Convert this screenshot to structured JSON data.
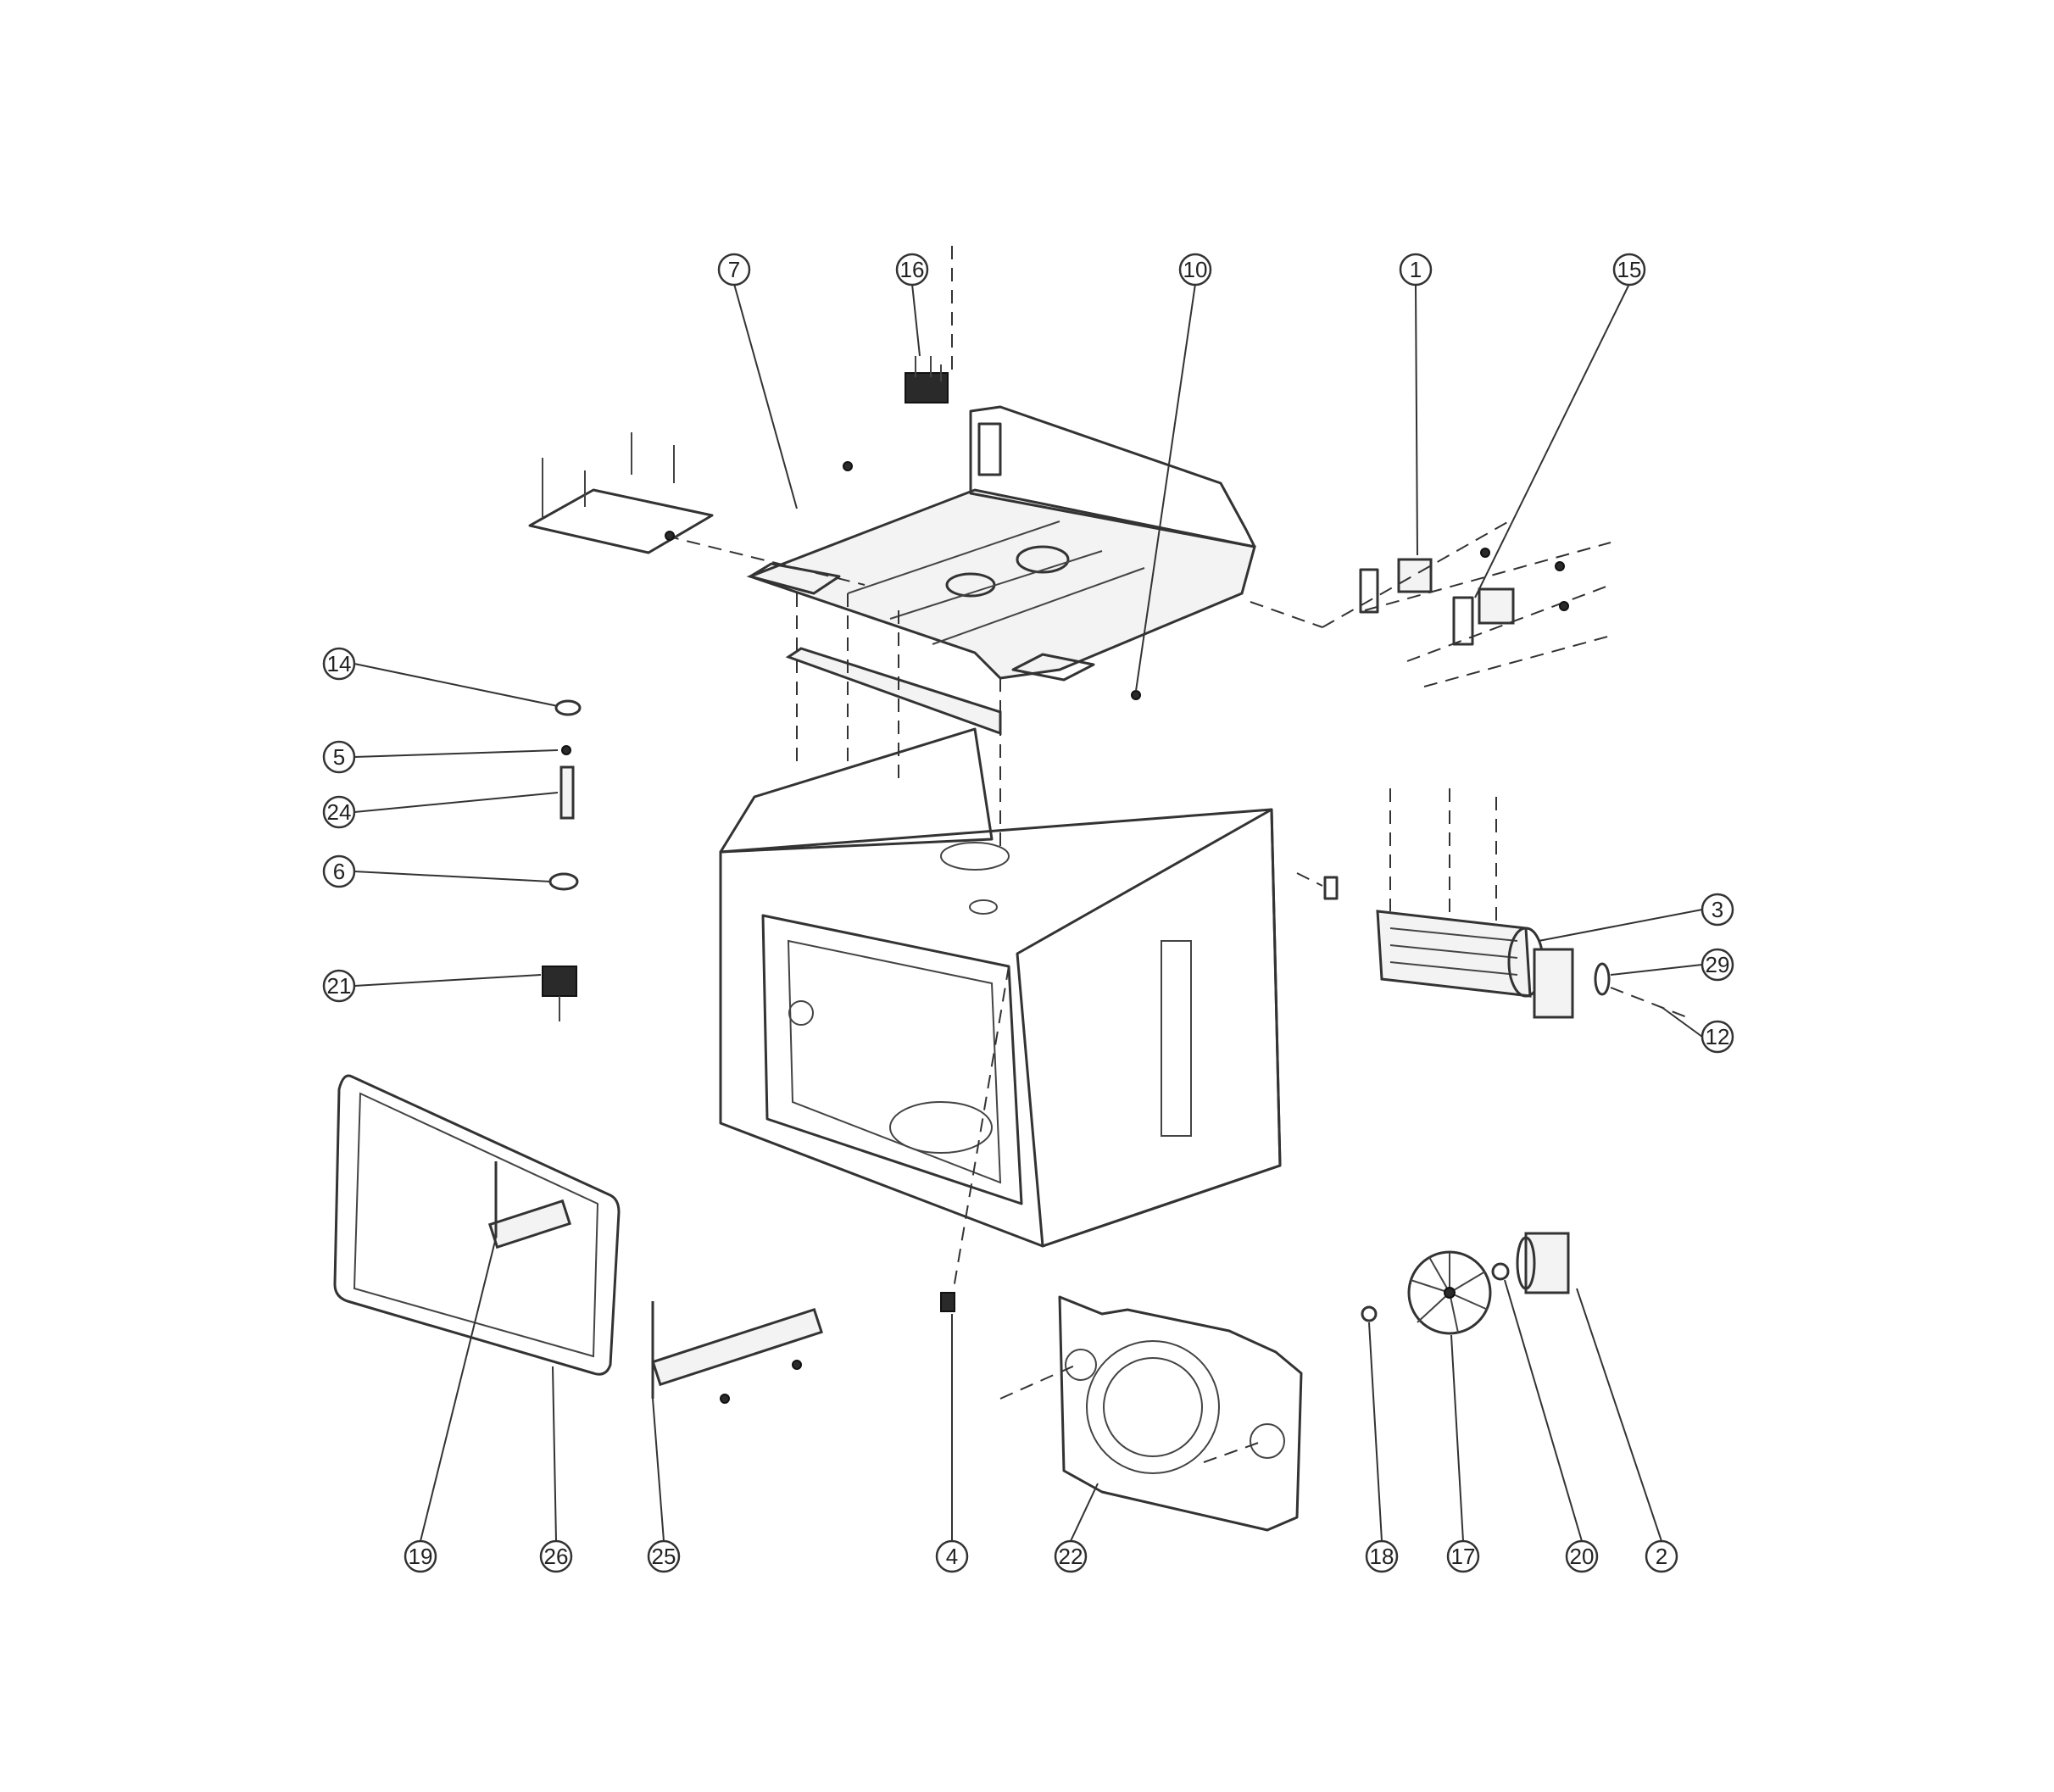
{
  "colors": {
    "line": "#333333",
    "background": "#ffffff"
  },
  "callouts": [
    {
      "id": "c1",
      "label": "1"
    },
    {
      "id": "c2",
      "label": "2"
    },
    {
      "id": "c3",
      "label": "3"
    },
    {
      "id": "c4",
      "label": "4"
    },
    {
      "id": "c5",
      "label": "5"
    },
    {
      "id": "c6",
      "label": "6"
    },
    {
      "id": "c7",
      "label": "7"
    },
    {
      "id": "c10",
      "label": "10"
    },
    {
      "id": "c12",
      "label": "12"
    },
    {
      "id": "c14",
      "label": "14"
    },
    {
      "id": "c15",
      "label": "15"
    },
    {
      "id": "c16",
      "label": "16"
    },
    {
      "id": "c17",
      "label": "17"
    },
    {
      "id": "c18",
      "label": "18"
    },
    {
      "id": "c19",
      "label": "19"
    },
    {
      "id": "c20",
      "label": "20"
    },
    {
      "id": "c21",
      "label": "21"
    },
    {
      "id": "c22",
      "label": "22"
    },
    {
      "id": "c24",
      "label": "24"
    },
    {
      "id": "c25",
      "label": "25"
    },
    {
      "id": "c26",
      "label": "26"
    },
    {
      "id": "c29",
      "label": "29"
    }
  ]
}
